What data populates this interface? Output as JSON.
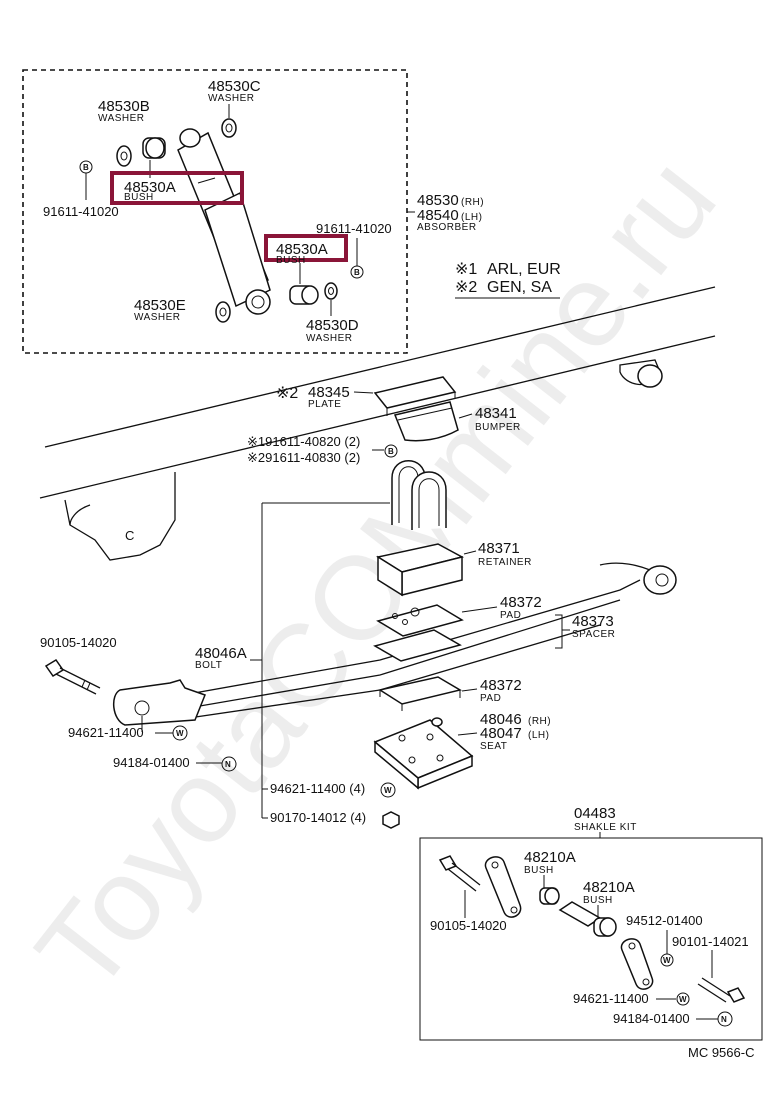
{
  "watermark": "ToyotaCOMmine.ru",
  "legend": {
    "line1_symbol": "※1",
    "line1_text": "ARL, EUR",
    "line2_symbol": "※2",
    "line2_text": "GEN, SA"
  },
  "absorber_group": {
    "top_washer_number": "48530C",
    "top_washer_name": "WASHER",
    "left_washer_number": "48530B",
    "left_washer_name": "WASHER",
    "bush_upper_number": "48530A",
    "bush_upper_name": "BUSH",
    "bolt_left_number": "91611-41020",
    "bolt_right_number": "91611-41020",
    "bush_lower_number": "48530A",
    "bush_lower_name": "BUSH",
    "absorber_number_rh": "48530",
    "absorber_rh_tag": "(RH)",
    "absorber_number_lh": "48540",
    "absorber_lh_tag": "(LH)",
    "absorber_name": "ABSORBER",
    "lower_left_washer_number": "48530E",
    "lower_left_washer_name": "WASHER",
    "lower_right_washer_number": "48530D",
    "lower_right_washer_name": "WASHER"
  },
  "spring_group": {
    "plate_symbol": "※2",
    "plate_number": "48345",
    "plate_name": "PLATE",
    "bumper_number": "48341",
    "bumper_name": "BUMPER",
    "bolt_ref_1": "※191611-40820 (2)",
    "bolt_ref_2": "※291611-40830 (2)",
    "retainer_number": "48371",
    "retainer_name": "RETAINER",
    "pad_upper_number": "48372",
    "pad_upper_name": "PAD",
    "spacer_number": "48373",
    "spacer_name": "SPACER",
    "front_bolt_number": "90105-14020",
    "bolt_number": "48046A",
    "bolt_name": "BOLT",
    "pad_lower_number": "48372",
    "pad_lower_name": "PAD",
    "seat_number_rh": "48046",
    "seat_rh_tag": "(RH)",
    "seat_number_lh": "48047",
    "seat_lh_tag": "(LH)",
    "seat_name": "SEAT",
    "front_washer_number": "94621-11400",
    "front_nut_number": "94184-01400",
    "seat_washer_ref": "94621-11400 (4)",
    "seat_nut_ref": "90170-14012 (4)"
  },
  "shackle_group": {
    "kit_number": "04483",
    "kit_name": "SHAKLE KIT",
    "bush_left_number": "48210A",
    "bush_left_name": "BUSH",
    "bush_right_number": "48210A",
    "bush_right_name": "BUSH",
    "bolt_left_number": "90105-14020",
    "washer_upper_number": "94512-01400",
    "bolt_right_number": "90101-14021",
    "washer_lower_number": "94621-11400",
    "nut_number": "94184-01400"
  },
  "symbols": {
    "bolt": "B",
    "washer": "W",
    "nut": "N"
  },
  "footer_code": "MC  9566-C"
}
